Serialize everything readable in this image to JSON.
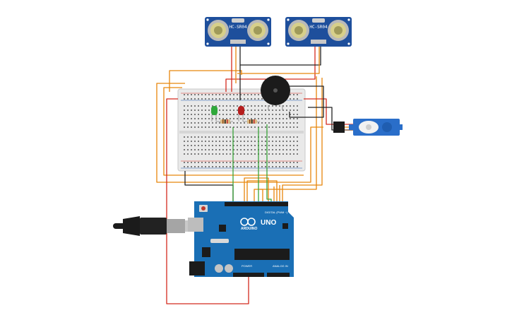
{
  "sensors": [
    {
      "label": "HC-SR04"
    },
    {
      "label": "HC-SR04"
    }
  ],
  "arduino": {
    "model": "UNO",
    "brand": "ARDUINO",
    "digital_label": "DIGITAL (PWM ~)",
    "power_label": "POWER",
    "analog_label": "ANALOG IN"
  },
  "components": [
    "green-led",
    "red-led",
    "resistor",
    "resistor",
    "piezo-buzzer",
    "servo-motor",
    "breadboard",
    "usb-cable"
  ],
  "colors": {
    "board_blue": "#1a6fb5",
    "sensor_blue": "#1e4f9c",
    "wire_orange": "#e8860c",
    "wire_red": "#d42a1e",
    "wire_black": "#222222",
    "wire_green": "#3aa33a"
  }
}
